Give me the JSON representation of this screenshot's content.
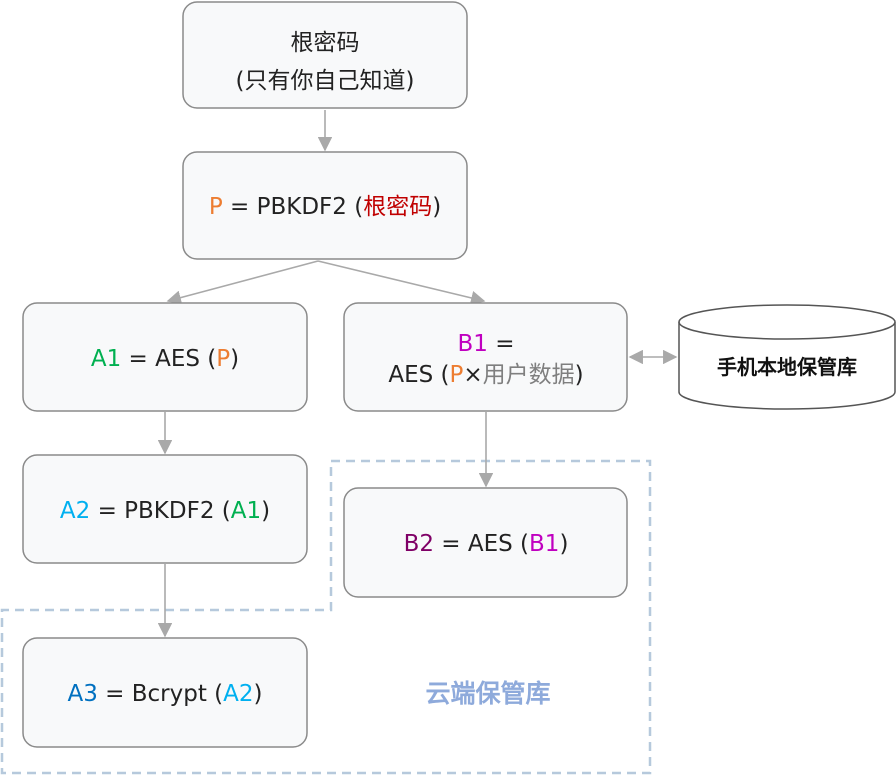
{
  "colors": {
    "root": "#c00000",
    "p": "#ed7d31",
    "a1": "#00b050",
    "a2": "#00b0f0",
    "a3": "#0070c0",
    "b1": "#c000c0",
    "b2": "#7f0066",
    "user_data": "#7f7f7f",
    "cloud_border": "#b6c9dc",
    "cloud_label": "#8eaadb"
  },
  "root_node": {
    "title": "根密码",
    "subtitle": "(只有你自己知道)"
  },
  "p_node": {
    "var": "P",
    "eq": " = PBKDF2 (",
    "arg": "根密码",
    "close": ")"
  },
  "a1_node": {
    "var": "A1",
    "eq": " = AES (",
    "arg": "P",
    "close": ")"
  },
  "a2_node": {
    "var": "A2",
    "eq": " = PBKDF2 (",
    "arg": "A1",
    "close": ")"
  },
  "a3_node": {
    "var": "A3",
    "eq": " = Bcrypt (",
    "arg": "A2",
    "close": ")"
  },
  "b1_node": {
    "var": "B1",
    "eq": " =",
    "open": "AES (",
    "arg": "P",
    "times": "×",
    "data": "用户数据",
    "close": ")"
  },
  "b2_node": {
    "var": "B2",
    "eq": " = AES (",
    "arg": "B1",
    "close": ")"
  },
  "local_store": {
    "label": "手机本地保管库"
  },
  "cloud_store": {
    "label": "云端保管库"
  },
  "icons": [
    "arrow-down-icon",
    "double-arrow-icon",
    "database-icon"
  ]
}
